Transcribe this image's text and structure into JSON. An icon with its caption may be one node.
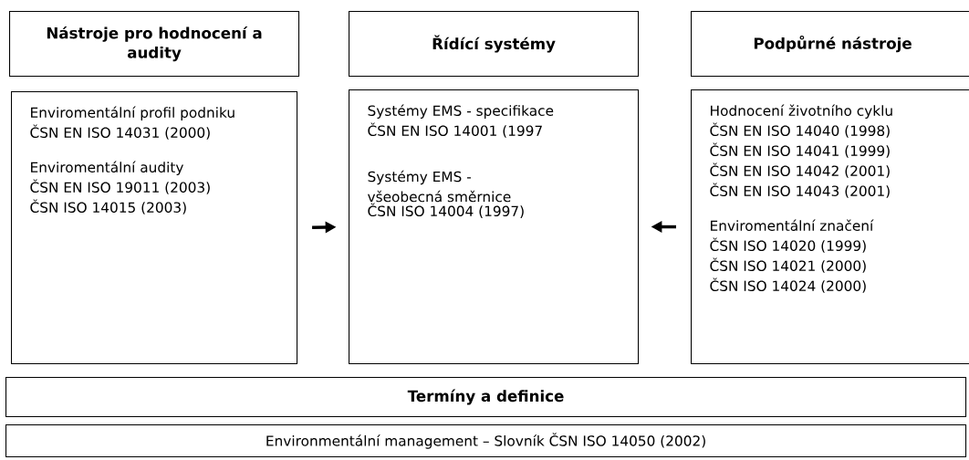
{
  "diagram": {
    "nodes": [
      {
        "text": [
          "Nástroje pro hodnocení a audity"
        ]
      },
      {
        "text": [
          "Enviromentální profil podniku",
          "ČSN EN ISO 14031 (2000)",
          "Enviromentální audity",
          "ČSN EN ISO 19011 (2003)",
          "ČSN ISO 14015 (2003)"
        ]
      },
      {
        "text": [
          "Řídící systémy"
        ]
      },
      {
        "text": [
          "Systémy EMS - specifikace",
          "ČSN EN ISO 14001 (1997",
          "Systémy EMS - všeobecná směrnice",
          "ČSN ISO 14004 (1997)"
        ]
      },
      {
        "text": [
          "Podpůrné nástroje"
        ]
      },
      {
        "text": [
          "Hodnocení životního cyklu",
          "ČSN EN ISO 14040 (1998)",
          "ČSN EN ISO 14041 (1999)",
          "ČSN EN ISO 14042 (2001)",
          "ČSN EN ISO 14043 (2001)",
          "Enviromentální značení",
          "ČSN ISO 14020 (1999)",
          "ČSN ISO 14021 (2000)",
          "ČSN ISO 14024 (2000)"
        ]
      },
      {
        "text": [
          "Termíny a definice"
        ]
      },
      {
        "text": [
          "Environmentální management – Slovník  ČSN ISO 14050 (2002)"
        ]
      }
    ],
    "edges": [
      {
        "from": 1,
        "to": 3,
        "arrow": "to"
      },
      {
        "from": 5,
        "to": 3,
        "arrow": "to"
      }
    ]
  }
}
